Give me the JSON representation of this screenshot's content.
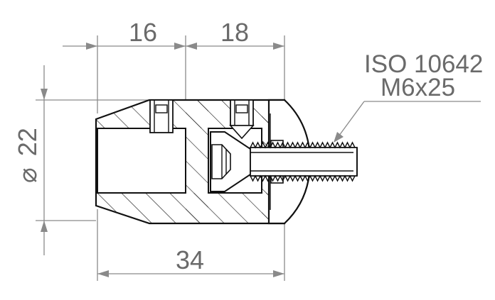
{
  "dimensions": {
    "d16": "16",
    "d18": "18",
    "d34": "34",
    "dia22": "22",
    "dia_symbol": "⌀"
  },
  "note": {
    "line1": "ISO 10642",
    "line2": "M6x25"
  },
  "colors": {
    "outline": "#111111",
    "dimension": "#8a8a8a",
    "text": "#6a6a6a",
    "background": "#ffffff"
  }
}
